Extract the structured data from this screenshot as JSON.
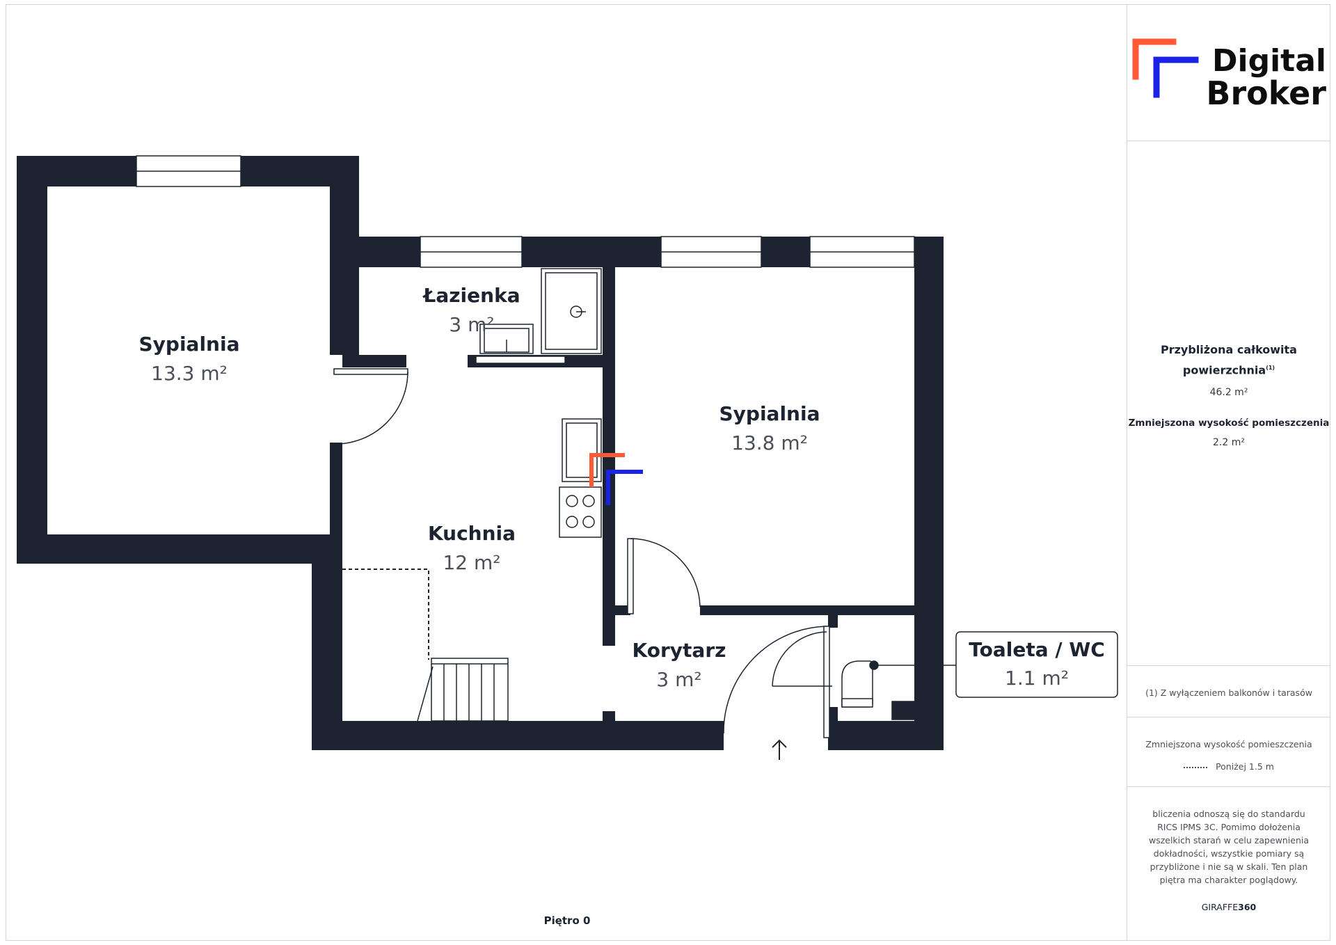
{
  "brand": {
    "line1": "Digital",
    "line2": "Broker",
    "logo_colors": {
      "orange": "#ff5a36",
      "blue": "#1a23e6"
    }
  },
  "rooms": {
    "bedroom_left": {
      "name": "Sypialnia",
      "area": "13.3 m²"
    },
    "bathroom": {
      "name": "Łazienka",
      "area": "3 m²"
    },
    "bedroom_right": {
      "name": "Sypialnia",
      "area": "13.8 m²"
    },
    "kitchen": {
      "name": "Kuchnia",
      "area": "12 m²"
    },
    "corridor": {
      "name": "Korytarz",
      "area": "3 m²"
    },
    "toilet": {
      "name": "Toaleta / WC",
      "area": "1.1 m²"
    }
  },
  "summary": {
    "total_area_title_1": "Przybliżona całkowita",
    "total_area_title_2": "powierzchnia",
    "total_area_sup": "(1)",
    "total_area_value": "46.2 m²",
    "reduced_height_title": "Zmniejszona wysokość pomieszczenia",
    "reduced_height_value": "2.2 m²"
  },
  "footnote": "(1) Z wyłączeniem balkonów i tarasów",
  "legend": {
    "title": "Zmniejszona wysokość pomieszczenia",
    "item": "Poniżej 1.5 m"
  },
  "disclaimer": [
    "bliczenia odnoszą się do standardu",
    "RICS IPMS 3C. Pomimo dołożenia",
    "wszelkich starań w celu zapewnienia",
    "dokładności, wszystkie pomiary są",
    "przybliżone i nie są w skali. Ten plan",
    "piętra ma charakter poglądowy."
  ],
  "credit": {
    "prefix": "GIRAFFE",
    "suffix": "360"
  },
  "floor_label": "Piętro 0",
  "colors": {
    "wall": "#1c2431",
    "text_dark": "#1c2432",
    "text_grey": "#4a4f58",
    "border": "#d4d4d4"
  }
}
